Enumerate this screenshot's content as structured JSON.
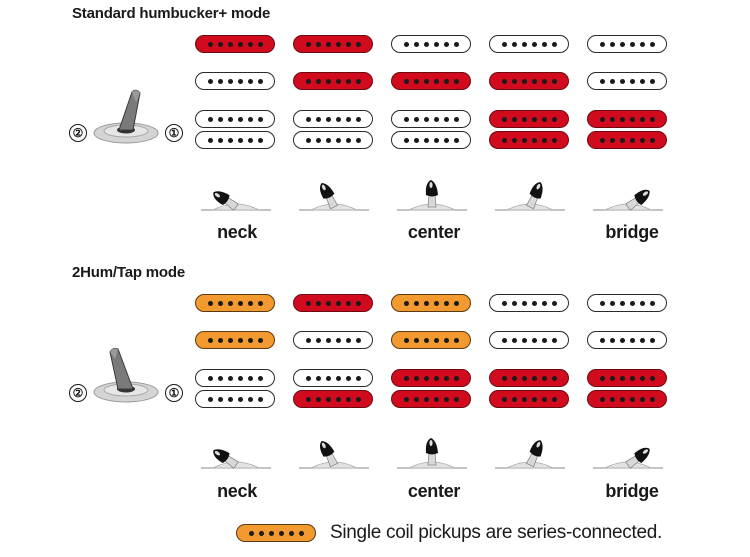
{
  "sections": [
    {
      "title": "Standard humbucker+ mode",
      "rows": [
        [
          "red",
          "red",
          "white",
          "white",
          "white"
        ],
        [
          "white",
          "red",
          "red",
          "red",
          "white"
        ],
        [
          "white",
          "white",
          "white",
          "red",
          "red"
        ],
        [
          "white",
          "white",
          "white",
          "red",
          "red"
        ]
      ],
      "selector": {
        "left_number": "②",
        "right_number": "①"
      },
      "position_labels": {
        "neck": "neck",
        "center": "center",
        "bridge": "bridge"
      }
    },
    {
      "title": "2Hum/Tap mode",
      "rows": [
        [
          "orange",
          "red",
          "orange",
          "white",
          "white"
        ],
        [
          "orange",
          "white",
          "orange",
          "white",
          "white"
        ],
        [
          "white",
          "white",
          "red",
          "red",
          "red"
        ],
        [
          "white",
          "red",
          "red",
          "red",
          "red"
        ]
      ],
      "selector": {
        "left_number": "②",
        "right_number": "①"
      },
      "position_labels": {
        "neck": "neck",
        "center": "center",
        "bridge": "bridge"
      }
    }
  ],
  "legend": {
    "swatch_color": "orange",
    "text": "Single coil pickups are series-connected."
  },
  "colors": {
    "red": "#d10a1e",
    "orange": "#f29a30",
    "white": "#ffffff"
  }
}
